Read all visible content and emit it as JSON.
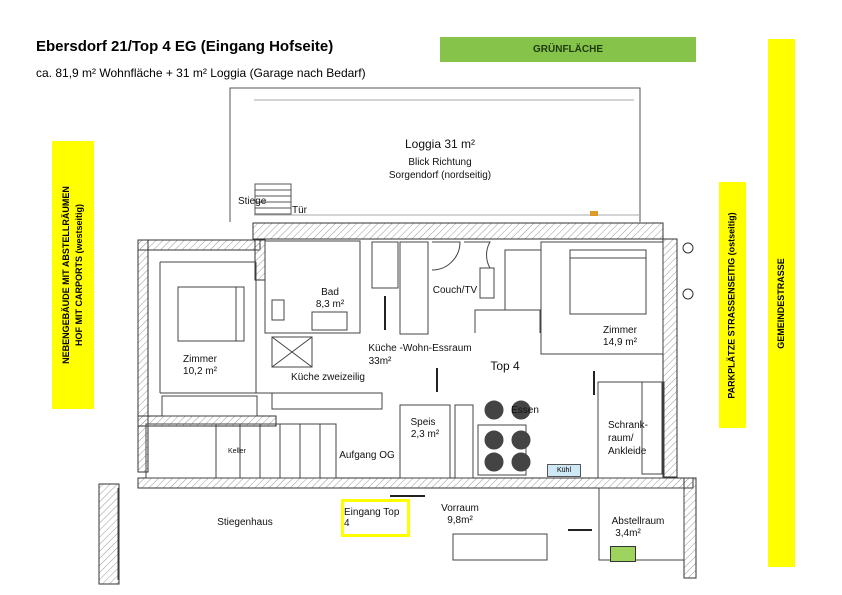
{
  "header": {
    "title": "Ebersdorf 21/Top 4 EG (Eingang Hofseite)",
    "subtitle": "ca. 81,9 m² Wohnfläche + 31 m² Loggia (Garage nach Bedarf)"
  },
  "areas": {
    "gruenflaeche": "GRÜNFLÄCHE",
    "nebengebaeude_line1": "NEBENGEBÄUDE MIT ABSTELLRÄUMEN",
    "nebengebaeude_line2": "HOF MIT CARPORTS (westseitig)",
    "parkplaetze": "PARKPLÄTZE STRASSENSEITIG (ostseitig)",
    "gemeindestrasse": "GEMEINDESTRASSE"
  },
  "rooms": {
    "loggia": "Loggia 31 m²",
    "loggia_view_1": "Blick Richtung",
    "loggia_view_2": "Sorgendorf (nordseitig)",
    "bad_name": "Bad",
    "bad_area": "8,3 m²",
    "couch": "Couch/TV",
    "kueche_name": "Küche -Wohn-Essraum",
    "kueche_area": "33m²",
    "top": "Top 4",
    "zimmer_left_name": "Zimmer",
    "zimmer_left_area": "10,2 m²",
    "zimmer_right_name": "Zimmer",
    "zimmer_right_area": "14,9 m²",
    "kueche_zweizeilig": "Küche zweizeilig",
    "essen": "Essen",
    "speis_name": "Speis",
    "speis_area": "2,3  m²",
    "schrank_1": "Schrank-",
    "schrank_2": "raum/",
    "schrank_3": "Ankleide",
    "aufgang": "Aufgang OG",
    "keller": "Keller",
    "stiegenhaus": "Stiegenhaus",
    "eingang": "Eingang Top 4",
    "vorraum_name": "Vorraum",
    "vorraum_area": "9,8m²",
    "abstell_name": "Abstellraum",
    "abstell_area": "3,4m²",
    "stiege": "Stiege",
    "tuer": "Tür",
    "kuehl": "Kühl"
  }
}
